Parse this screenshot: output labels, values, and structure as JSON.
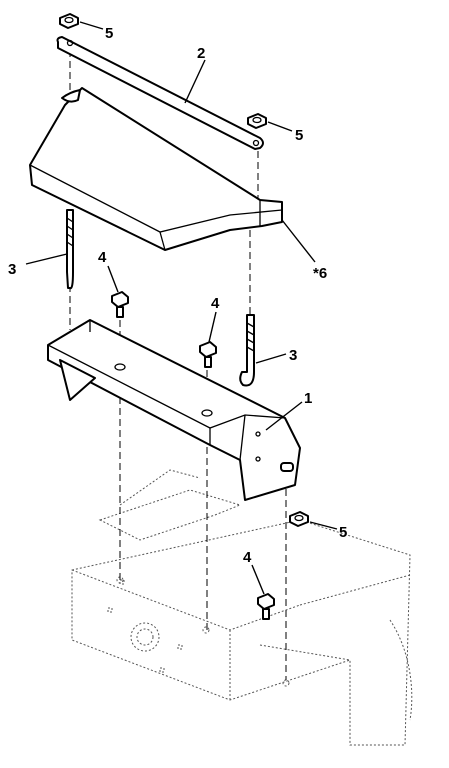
{
  "callouts": {
    "c1": "1",
    "c2": "2",
    "c3a": "3",
    "c3b": "3",
    "c4a": "4",
    "c4b": "4",
    "c4c": "4",
    "c5a": "5",
    "c5b": "5",
    "c5c": "5",
    "c6": "*6"
  }
}
